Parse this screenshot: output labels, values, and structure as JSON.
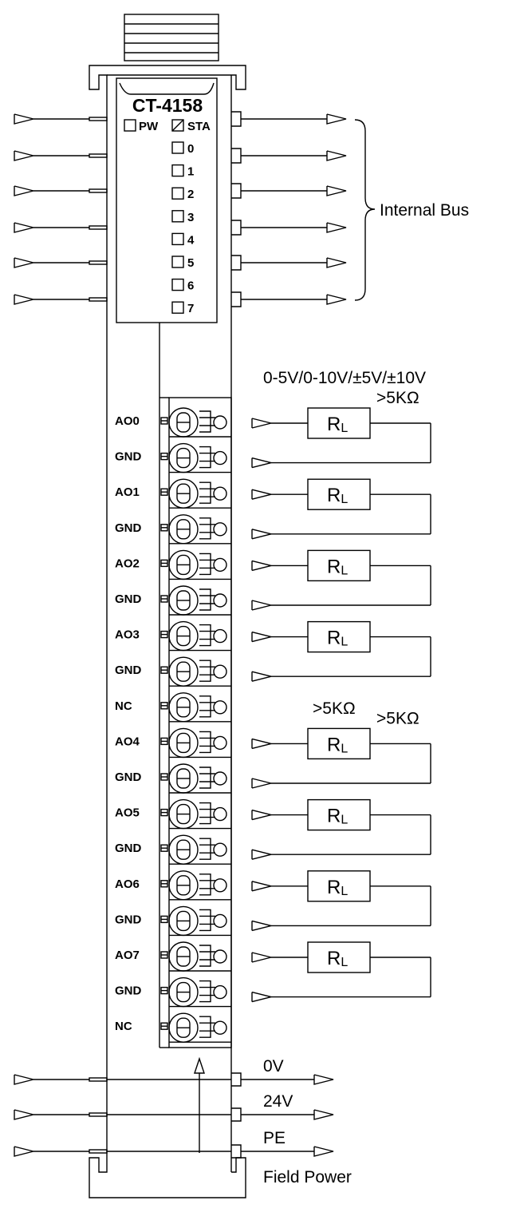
{
  "module": {
    "model": "CT-4158",
    "pw_label": "PW",
    "sta_label": "STA",
    "channel_leds": [
      "0",
      "1",
      "2",
      "3",
      "4",
      "5",
      "6",
      "7"
    ]
  },
  "bus": {
    "label": "Internal Bus",
    "line_count": 6
  },
  "output": {
    "range_label": "0-5V/0-10V/±5V/±10V",
    "load_label": "R",
    "load_subscript": "L",
    "load_spec": ">5KΩ",
    "extra_spec_label": ">5KΩ"
  },
  "terminals": [
    "AO0",
    "GND",
    "AO1",
    "GND",
    "AO2",
    "GND",
    "AO3",
    "GND",
    "NC",
    "AO4",
    "GND",
    "AO5",
    "GND",
    "AO6",
    "GND",
    "AO7",
    "GND",
    "NC"
  ],
  "field_power": {
    "label": "Field Power",
    "lines": [
      "0V",
      "24V",
      "PE"
    ]
  }
}
